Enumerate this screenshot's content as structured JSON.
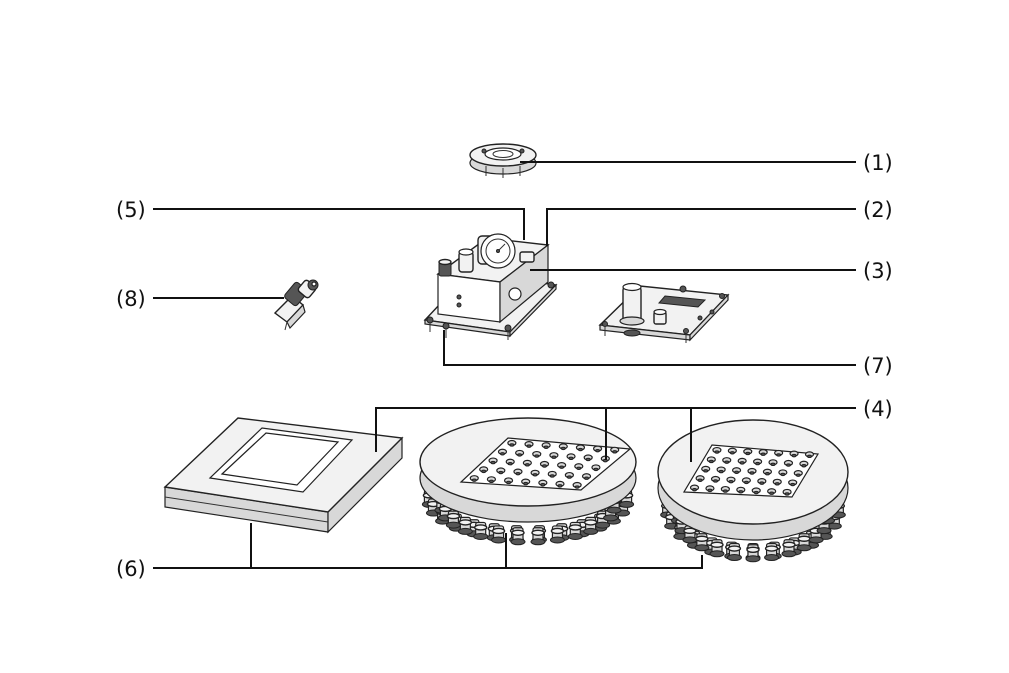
{
  "diagram": {
    "callouts": {
      "c1": "(1)",
      "c2": "(2)",
      "c3": "(3)",
      "c4": "(4)",
      "c5": "(5)",
      "c6": "(6)",
      "c7": "(7)",
      "c8": "(8)"
    },
    "line_color": "#111111",
    "part_fill": "#f2f2f2",
    "part_stroke": "#222222"
  }
}
